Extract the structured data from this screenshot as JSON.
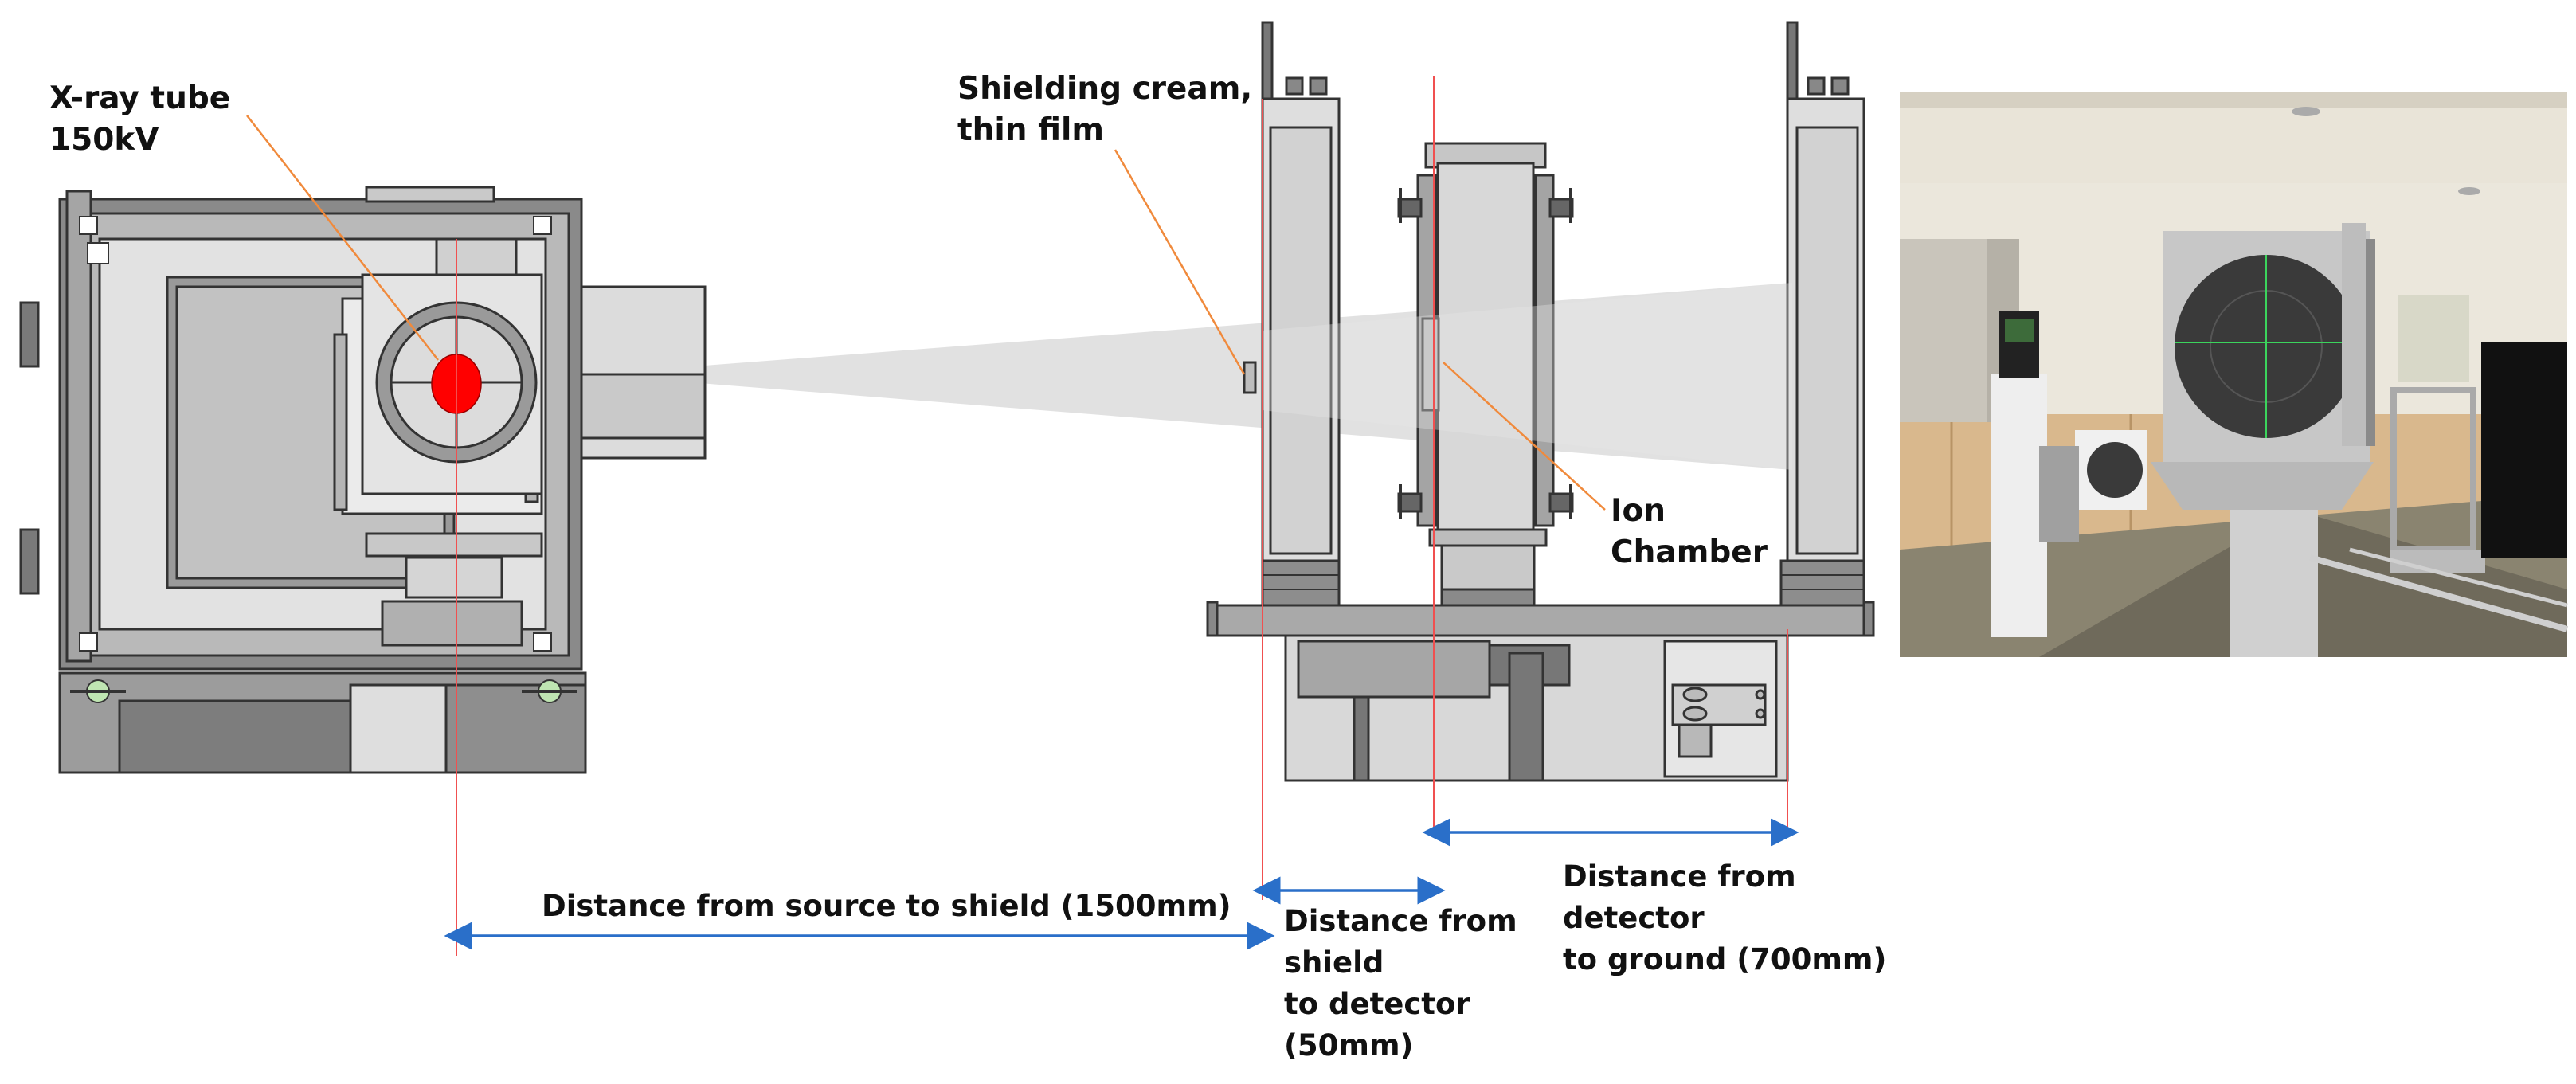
{
  "labels": {
    "xray_tube": "X-ray tube\n150kV",
    "shielding": "Shielding cream,\nthin film",
    "ion_chamber": "Ion\nChamber",
    "dist_source_shield": "Distance from source to shield (1500mm)",
    "dist_shield_detector": "Distance from\nshield\nto detector\n(50mm)",
    "dist_detector_ground": "Distance from\ndetector\nto ground (700mm)"
  },
  "colors": {
    "callout_line": "#f08a3c",
    "axis_line": "#f05050",
    "dimension_arrow": "#2a6fc9",
    "source_spot": "#ff0000",
    "beam": "#d8d8d8",
    "device_fill": "#c8c8c8",
    "device_dark": "#6e6e6e"
  }
}
